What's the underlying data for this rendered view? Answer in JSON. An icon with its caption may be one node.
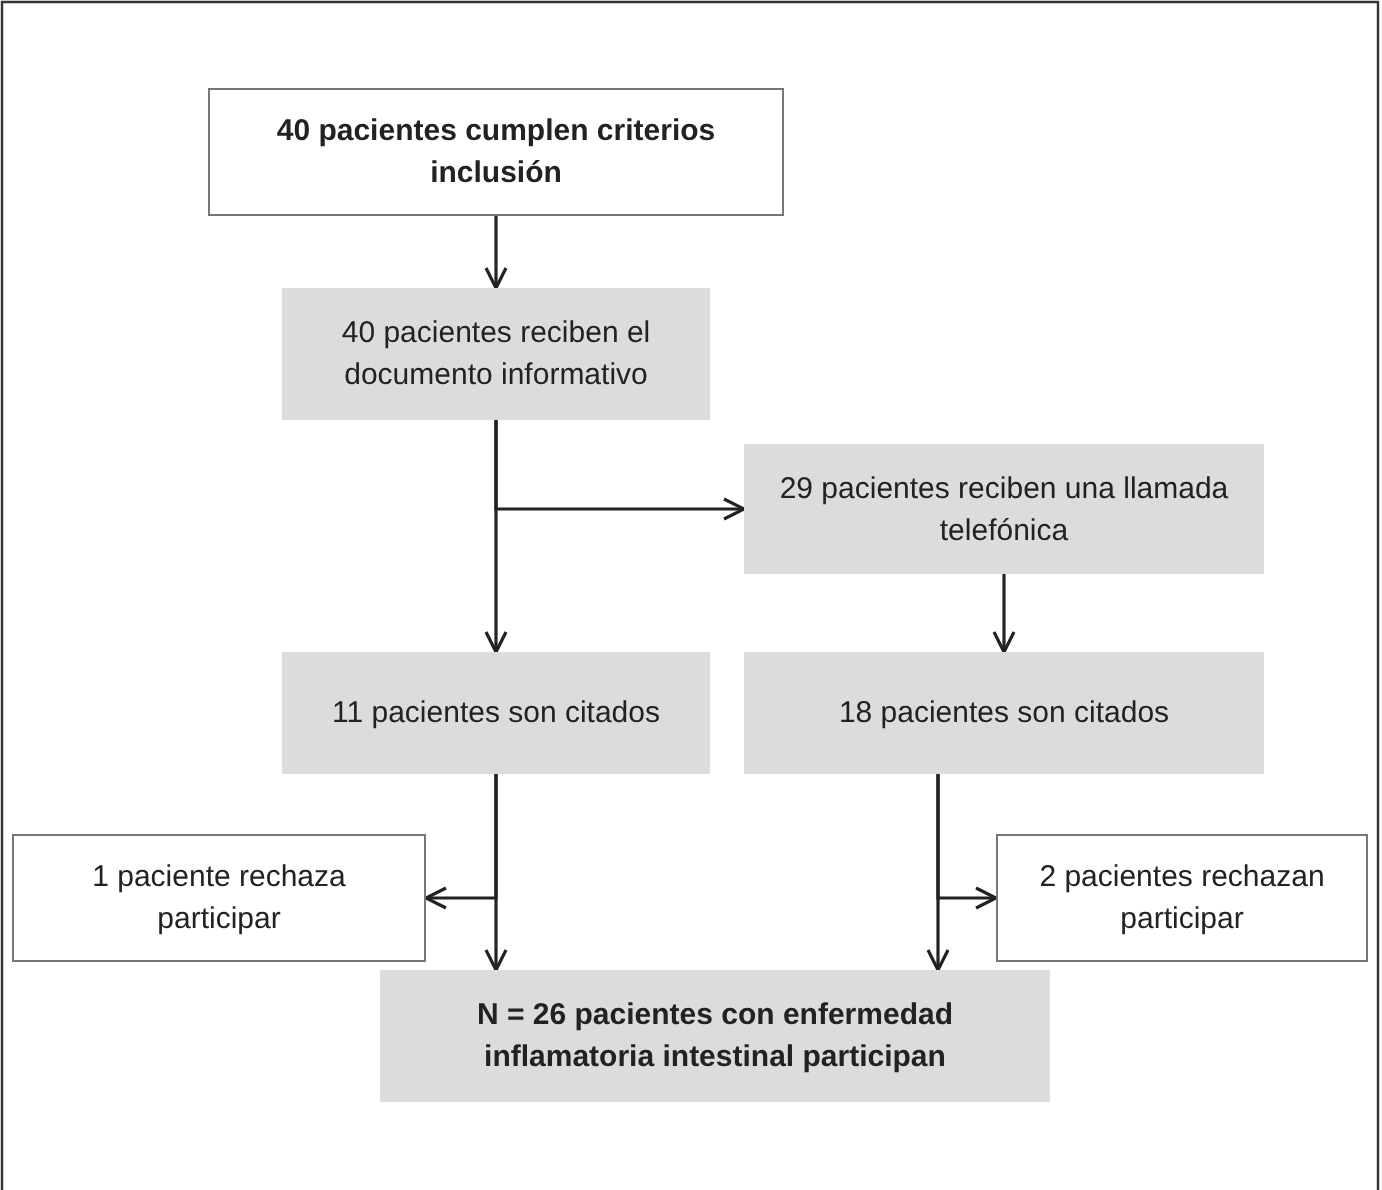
{
  "diagram": {
    "nodes": [
      {
        "text": [
          "40 pacientes cumplen criterios inclusión"
        ]
      },
      {
        "text": [
          "40 pacientes reciben el documento informativo"
        ]
      },
      {
        "text": [
          "29 pacientes reciben una llamada telefónica"
        ]
      },
      {
        "text": [
          "11 pacientes son citados"
        ]
      },
      {
        "text": [
          "18 pacientes son citados"
        ]
      },
      {
        "text": [
          "1 paciente rechaza participar"
        ]
      },
      {
        "text": [
          "2 pacientes rechazan participar"
        ]
      },
      {
        "text": [
          "N = 26 pacientes con enfermedad inflamatoria intestinal participan"
        ]
      }
    ],
    "edges": [
      {
        "from": 0,
        "to": 1,
        "arrow": "to"
      },
      {
        "from": 1,
        "to": 3,
        "arrow": "to"
      },
      {
        "from": 1,
        "to": 2,
        "arrow": "to"
      },
      {
        "from": 2,
        "to": 4,
        "arrow": "to"
      },
      {
        "from": 3,
        "to": 5,
        "arrow": "to"
      },
      {
        "from": 3,
        "to": 7,
        "arrow": "to"
      },
      {
        "from": 4,
        "to": 6,
        "arrow": "to"
      },
      {
        "from": 4,
        "to": 7,
        "arrow": "to"
      }
    ]
  }
}
